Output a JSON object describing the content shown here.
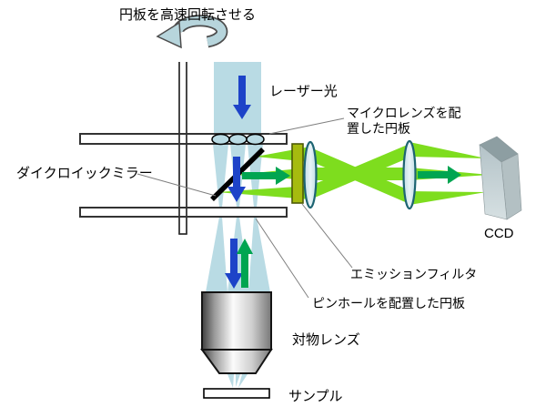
{
  "labels": {
    "rotate_note": "円板を高速回転させる",
    "laser": "レーザー光",
    "microlens_line1": "マイクロレンズを配",
    "microlens_line2": "置した円板",
    "dichroic": "ダイクロイックミラー",
    "emission": "エミッションフィルタ",
    "pinhole": "ピンホールを配置した円板",
    "objective": "対物レンズ",
    "sample": "サンプル",
    "ccd": "CCD"
  },
  "colors": {
    "laser_beam": "#b9dbe4",
    "fluorescence": "#7edd1e",
    "blue_arrow": "#1d43c8",
    "green_arrow": "#00a551",
    "emission_filter": "#a6bb0f",
    "laser_label_text": "#1a1acd",
    "rotation_arrow": "#b7d5dc"
  }
}
